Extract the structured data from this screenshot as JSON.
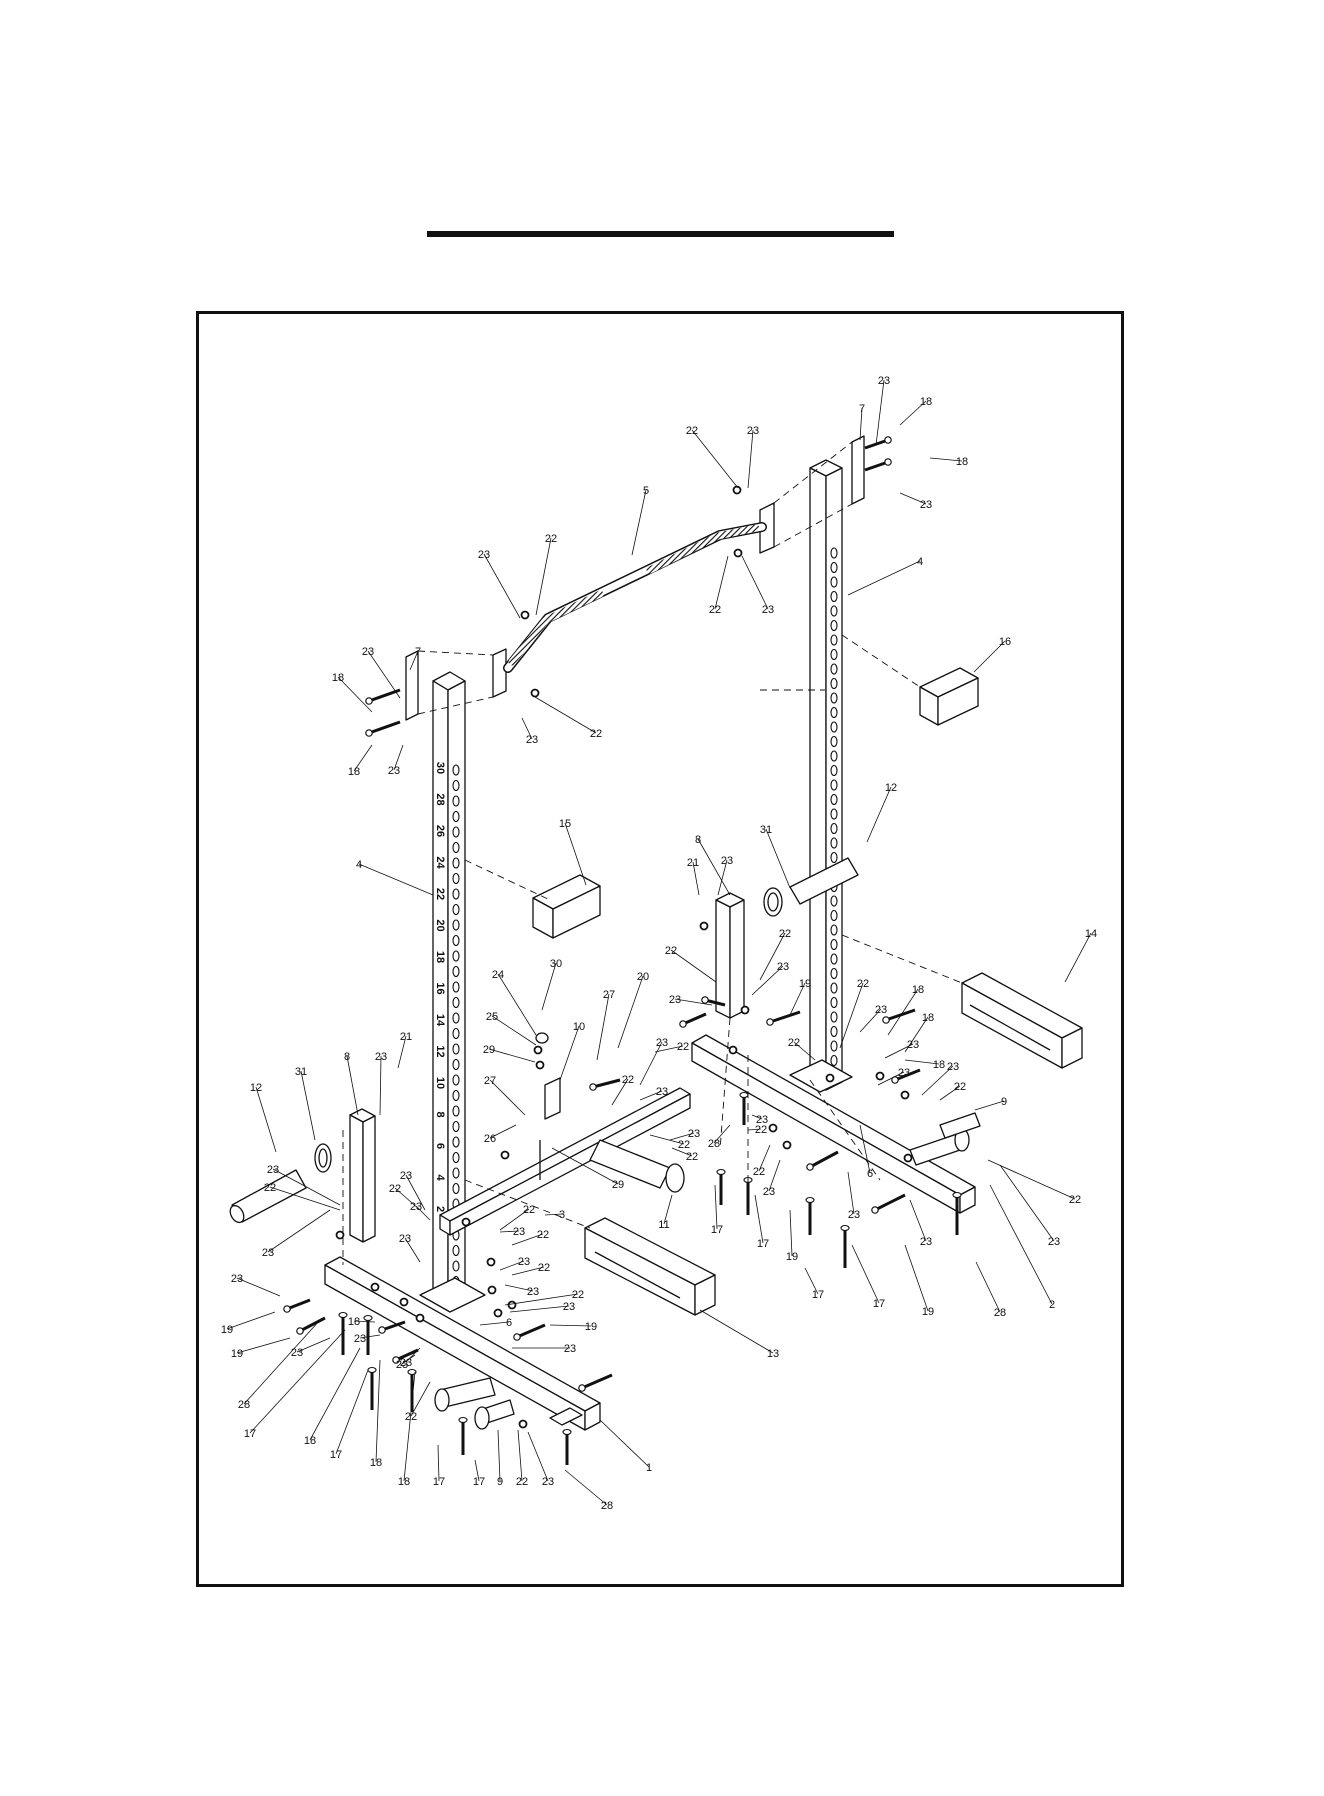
{
  "diagram": {
    "post_numbers": [
      "30",
      "28",
      "26",
      "24",
      "22",
      "20",
      "18",
      "16",
      "14",
      "12",
      "10",
      "8",
      "6",
      "4",
      "2"
    ],
    "callouts": [
      {
        "id": "c1",
        "text": "23"
      },
      {
        "id": "c2",
        "text": "18"
      },
      {
        "id": "c3",
        "text": "7"
      },
      {
        "id": "c4",
        "text": "18"
      },
      {
        "id": "c5",
        "text": "23"
      },
      {
        "id": "c6",
        "text": "22"
      },
      {
        "id": "c7",
        "text": "23"
      },
      {
        "id": "c8",
        "text": "5"
      },
      {
        "id": "c9",
        "text": "22"
      },
      {
        "id": "c10",
        "text": "23"
      },
      {
        "id": "c11",
        "text": "4"
      },
      {
        "id": "c12",
        "text": "23"
      },
      {
        "id": "c13",
        "text": "22"
      },
      {
        "id": "c14",
        "text": "16"
      },
      {
        "id": "c15",
        "text": "23"
      },
      {
        "id": "c16",
        "text": "7"
      },
      {
        "id": "c17",
        "text": "18"
      },
      {
        "id": "c18",
        "text": "18"
      },
      {
        "id": "c19",
        "text": "23"
      },
      {
        "id": "c20",
        "text": "23"
      },
      {
        "id": "c21",
        "text": "22"
      },
      {
        "id": "c22",
        "text": "12"
      },
      {
        "id": "c23",
        "text": "31"
      },
      {
        "id": "c24",
        "text": "8"
      },
      {
        "id": "c25",
        "text": "15"
      },
      {
        "id": "c26",
        "text": "4"
      },
      {
        "id": "c27",
        "text": "21"
      },
      {
        "id": "c28",
        "text": "23"
      },
      {
        "id": "c29",
        "text": "14"
      },
      {
        "id": "c30",
        "text": "22"
      },
      {
        "id": "c31",
        "text": "22"
      },
      {
        "id": "c32",
        "text": "23"
      },
      {
        "id": "c33",
        "text": "23"
      },
      {
        "id": "c34",
        "text": "30"
      },
      {
        "id": "c35",
        "text": "24"
      },
      {
        "id": "c36",
        "text": "20"
      },
      {
        "id": "c37",
        "text": "27"
      },
      {
        "id": "c38",
        "text": "19"
      },
      {
        "id": "c39",
        "text": "22"
      },
      {
        "id": "c40",
        "text": "18"
      },
      {
        "id": "c41",
        "text": "23"
      },
      {
        "id": "c42",
        "text": "25"
      },
      {
        "id": "c43",
        "text": "10"
      },
      {
        "id": "c44",
        "text": "23"
      },
      {
        "id": "c45",
        "text": "18"
      },
      {
        "id": "c46",
        "text": "22"
      },
      {
        "id": "c47",
        "text": "21"
      },
      {
        "id": "c48",
        "text": "29"
      },
      {
        "id": "c49",
        "text": "22"
      },
      {
        "id": "c50",
        "text": "23"
      },
      {
        "id": "c51",
        "text": "18"
      },
      {
        "id": "c52",
        "text": "23"
      },
      {
        "id": "c53",
        "text": "8"
      },
      {
        "id": "c54",
        "text": "23"
      },
      {
        "id": "c55",
        "text": "12"
      },
      {
        "id": "c56",
        "text": "31"
      },
      {
        "id": "c57",
        "text": "27"
      },
      {
        "id": "c58",
        "text": "22"
      },
      {
        "id": "c59",
        "text": "23"
      },
      {
        "id": "c60",
        "text": "22"
      },
      {
        "id": "c61",
        "text": "9"
      },
      {
        "id": "c62",
        "text": "26"
      },
      {
        "id": "c63",
        "text": "28"
      },
      {
        "id": "c64",
        "text": "22"
      },
      {
        "id": "c65",
        "text": "23"
      },
      {
        "id": "c66",
        "text": "23"
      },
      {
        "id": "c67",
        "text": "22"
      },
      {
        "id": "c68",
        "text": "22"
      },
      {
        "id": "c69",
        "text": "29"
      },
      {
        "id": "c70",
        "text": "23"
      },
      {
        "id": "c71",
        "text": "22"
      },
      {
        "id": "c72",
        "text": "6"
      },
      {
        "id": "c73",
        "text": "11"
      },
      {
        "id": "c74",
        "text": "22"
      },
      {
        "id": "c75",
        "text": "23"
      },
      {
        "id": "c76",
        "text": "23"
      },
      {
        "id": "c77",
        "text": "23"
      },
      {
        "id": "c78",
        "text": "22"
      },
      {
        "id": "c79",
        "text": "23"
      },
      {
        "id": "c80",
        "text": "22"
      },
      {
        "id": "c81",
        "text": "3"
      },
      {
        "id": "c82",
        "text": "23"
      },
      {
        "id": "c83",
        "text": "23"
      },
      {
        "id": "c84",
        "text": "17"
      },
      {
        "id": "c85",
        "text": "17"
      },
      {
        "id": "c86",
        "text": "19"
      },
      {
        "id": "c87",
        "text": "23"
      },
      {
        "id": "c88",
        "text": "23"
      },
      {
        "id": "c89",
        "text": "22"
      },
      {
        "id": "c90",
        "text": "23"
      },
      {
        "id": "c91",
        "text": "22"
      },
      {
        "id": "c92",
        "text": "23"
      },
      {
        "id": "c93",
        "text": "23"
      },
      {
        "id": "c94",
        "text": "23"
      },
      {
        "id": "c95",
        "text": "22"
      },
      {
        "id": "c96",
        "text": "17"
      },
      {
        "id": "c97",
        "text": "17"
      },
      {
        "id": "c98",
        "text": "19"
      },
      {
        "id": "c99",
        "text": "28"
      },
      {
        "id": "c100",
        "text": "2"
      },
      {
        "id": "c101",
        "text": "23"
      },
      {
        "id": "c102",
        "text": "22"
      },
      {
        "id": "c103",
        "text": "23"
      },
      {
        "id": "c104",
        "text": "19"
      },
      {
        "id": "c105",
        "text": "18"
      },
      {
        "id": "c106",
        "text": "6"
      },
      {
        "id": "c107",
        "text": "23"
      },
      {
        "id": "c108",
        "text": "19"
      },
      {
        "id": "c109",
        "text": "23"
      },
      {
        "id": "c110",
        "text": "23"
      },
      {
        "id": "c111",
        "text": "13"
      },
      {
        "id": "c112",
        "text": "23"
      },
      {
        "id": "c113",
        "text": "19"
      },
      {
        "id": "c114",
        "text": "23"
      },
      {
        "id": "c115",
        "text": "28"
      },
      {
        "id": "c116",
        "text": "17"
      },
      {
        "id": "c117",
        "text": "18"
      },
      {
        "id": "c118",
        "text": "17"
      },
      {
        "id": "c119",
        "text": "18"
      },
      {
        "id": "c120",
        "text": "18"
      },
      {
        "id": "c121",
        "text": "22"
      },
      {
        "id": "c122",
        "text": "17"
      },
      {
        "id": "c123",
        "text": "17"
      },
      {
        "id": "c124",
        "text": "9"
      },
      {
        "id": "c125",
        "text": "22"
      },
      {
        "id": "c126",
        "text": "23"
      },
      {
        "id": "c127",
        "text": "1"
      },
      {
        "id": "c128",
        "text": "28"
      }
    ]
  }
}
